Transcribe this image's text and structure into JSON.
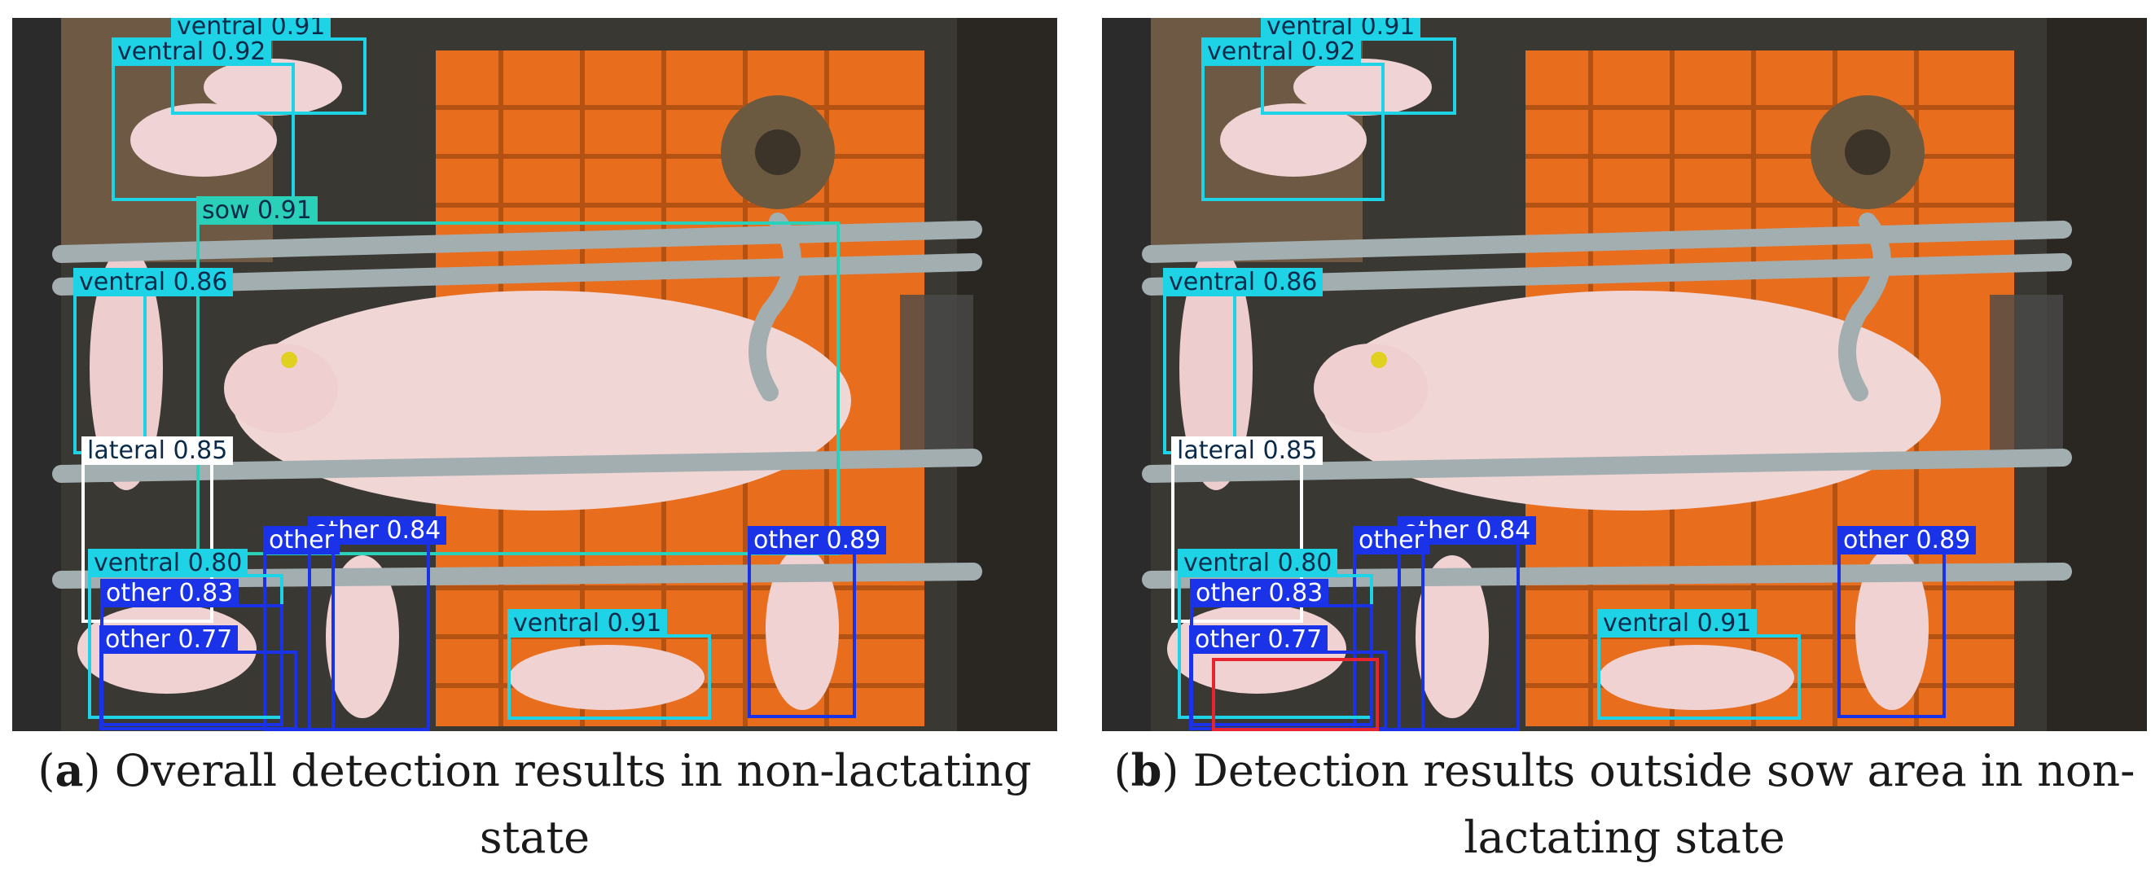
{
  "colors": {
    "ventral": "#1fd3e6",
    "other": "#1a33e8",
    "lateral": "#ffffff",
    "sow": "#2ad0b8",
    "highlight": "#e8242f"
  },
  "panels": [
    {
      "letter": "a",
      "caption": ") Overall detection results in non-lactating state",
      "detections": [
        {
          "label": "ventral 0.91",
          "cls": "ventral"
        },
        {
          "label": "ventral 0.92",
          "cls": "ventral"
        },
        {
          "label": "sow 0.91",
          "cls": "sow"
        },
        {
          "label": "ventral 0.86",
          "cls": "ventral"
        },
        {
          "label": "lateral 0.85",
          "cls": "lateral"
        },
        {
          "label": "other 0.89",
          "cls": "other"
        },
        {
          "label": "other 0.84",
          "cls": "other"
        },
        {
          "label": "other",
          "cls": "other"
        },
        {
          "label": "ventral 0.80",
          "cls": "ventral"
        },
        {
          "label": "other 0.83",
          "cls": "other"
        },
        {
          "label": "other 0.77",
          "cls": "other"
        },
        {
          "label": "ventral 0.91",
          "cls": "ventral"
        }
      ]
    },
    {
      "letter": "b",
      "caption": ") Detection results outside sow area in non-lactating state",
      "detections": [
        {
          "label": "ventral 0.91",
          "cls": "ventral"
        },
        {
          "label": "ventral 0.92",
          "cls": "ventral"
        },
        {
          "label": "ventral 0.86",
          "cls": "ventral"
        },
        {
          "label": "lateral 0.85",
          "cls": "lateral"
        },
        {
          "label": "other 0.89",
          "cls": "other"
        },
        {
          "label": "other 0.84",
          "cls": "other"
        },
        {
          "label": "other",
          "cls": "other"
        },
        {
          "label": "ventral 0.80",
          "cls": "ventral"
        },
        {
          "label": "other 0.83",
          "cls": "other"
        },
        {
          "label": "other 0.77",
          "cls": "other"
        },
        {
          "label": "ventral 0.91",
          "cls": "ventral"
        },
        {
          "label": "",
          "cls": "highlight"
        }
      ]
    }
  ]
}
